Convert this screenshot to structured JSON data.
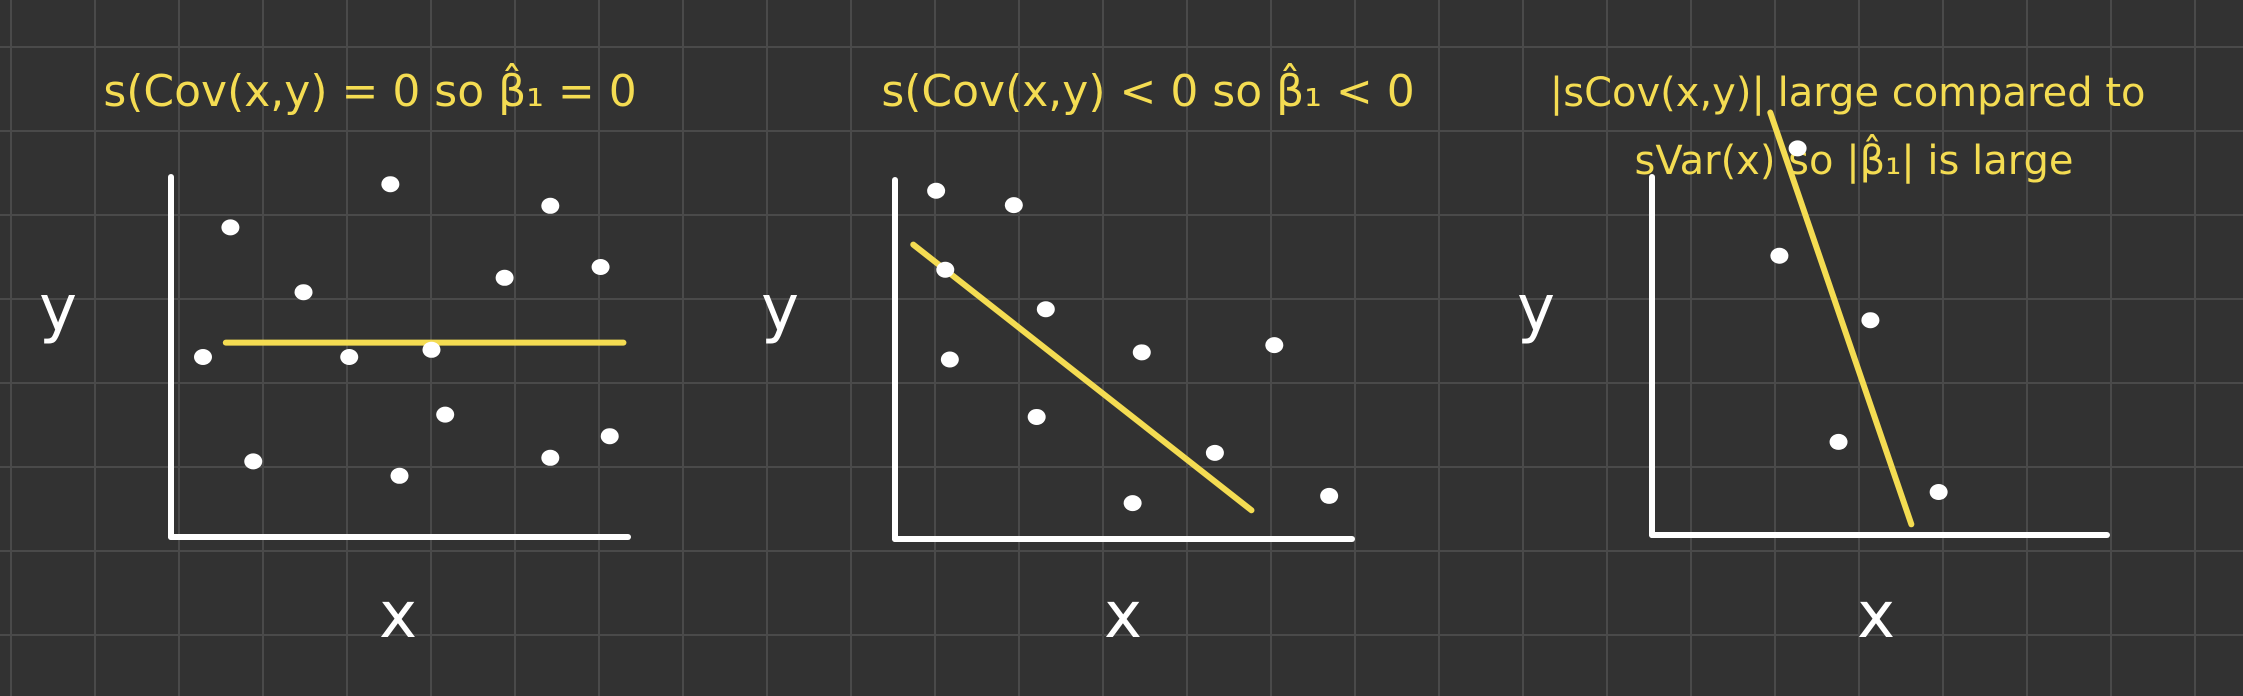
{
  "chart_data": [
    {
      "type": "scatter",
      "title": "s(Cov(x,y) = 0  so  β̂₁ = 0",
      "xlabel": "x",
      "ylabel": "y",
      "xlim": [
        0,
        10
      ],
      "ylim": [
        0,
        10
      ],
      "grid": false,
      "points": [
        {
          "x": 0.7,
          "y": 5.0
        },
        {
          "x": 1.3,
          "y": 8.6
        },
        {
          "x": 1.8,
          "y": 2.1
        },
        {
          "x": 2.9,
          "y": 6.8
        },
        {
          "x": 3.9,
          "y": 5.0
        },
        {
          "x": 4.8,
          "y": 9.8
        },
        {
          "x": 5.0,
          "y": 1.7
        },
        {
          "x": 5.7,
          "y": 5.2
        },
        {
          "x": 6.0,
          "y": 3.4
        },
        {
          "x": 7.3,
          "y": 7.2
        },
        {
          "x": 8.3,
          "y": 9.2
        },
        {
          "x": 8.3,
          "y": 2.2
        },
        {
          "x": 9.4,
          "y": 7.5
        },
        {
          "x": 9.6,
          "y": 2.8
        }
      ],
      "fit_line": {
        "x": [
          1.2,
          9.9
        ],
        "y": [
          5.4,
          5.4
        ]
      }
    },
    {
      "type": "scatter",
      "title": "s(Cov(x,y) < 0  so  β̂₁ < 0",
      "xlabel": "x",
      "ylabel": "y",
      "xlim": [
        0,
        10
      ],
      "ylim": [
        0,
        10
      ],
      "grid": false,
      "points": [
        {
          "x": 0.9,
          "y": 9.7
        },
        {
          "x": 1.1,
          "y": 7.5
        },
        {
          "x": 1.2,
          "y": 5.0
        },
        {
          "x": 2.6,
          "y": 9.3
        },
        {
          "x": 3.1,
          "y": 3.4
        },
        {
          "x": 3.3,
          "y": 6.4
        },
        {
          "x": 5.2,
          "y": 1.0
        },
        {
          "x": 5.4,
          "y": 5.2
        },
        {
          "x": 7.0,
          "y": 2.4
        },
        {
          "x": 8.3,
          "y": 5.4
        },
        {
          "x": 9.5,
          "y": 1.2
        }
      ],
      "fit_line": {
        "x": [
          0.4,
          7.8
        ],
        "y": [
          8.2,
          0.8
        ]
      }
    },
    {
      "type": "scatter",
      "title": "|sCov(x,y)| large compared to sVar(x) so |β̂₁| is large",
      "xlabel": "x",
      "ylabel": "y",
      "xlim": [
        0,
        10
      ],
      "ylim": [
        0,
        10
      ],
      "grid": false,
      "points": [
        {
          "x": 2.8,
          "y": 7.8
        },
        {
          "x": 3.2,
          "y": 10.8
        },
        {
          "x": 4.1,
          "y": 2.6
        },
        {
          "x": 4.8,
          "y": 6.0
        },
        {
          "x": 6.3,
          "y": 1.2
        }
      ],
      "fit_line": {
        "x": [
          2.6,
          5.7
        ],
        "y": [
          11.8,
          0.3
        ]
      }
    }
  ]
}
